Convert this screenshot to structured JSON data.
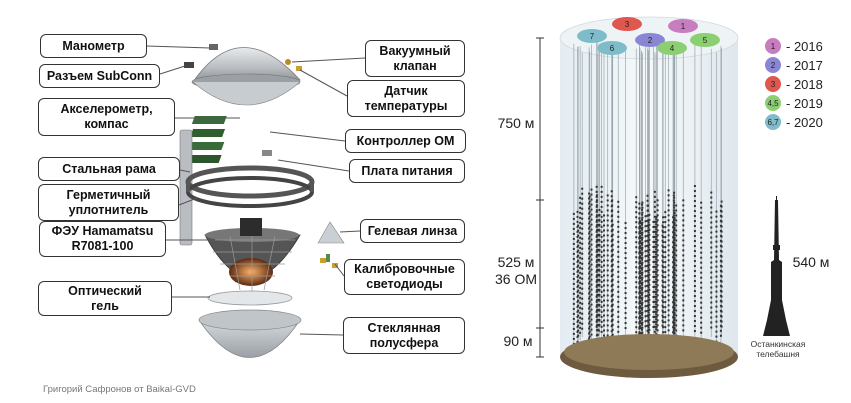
{
  "module_labels": {
    "manometer": "Манометр",
    "subconn": "Разъем SubConn",
    "accelerometer": "Акселерометр,\nкомпас",
    "frame": "Стальная рама",
    "sealant": "Герметичный\nуплотнитель",
    "pmt": "ФЭУ Hamamatsu\nR7081-100",
    "gel": "Оптический\nгель",
    "valve": "Вакуумный\nклапан",
    "temp": "Датчик\nтемпературы",
    "controller": "Контроллер ОМ",
    "power": "Плата питания",
    "lens": "Гелевая линза",
    "leds": "Калибровочные\nсветодиоды",
    "hemisphere": "Стеклянная\nполусфера"
  },
  "credit": "Григорий Сафронов от Baikal-GVD",
  "depths": {
    "top": "750 м",
    "middle_line1": "525 м",
    "middle_line2": "36 ОМ",
    "bottom": "90 м"
  },
  "tower": {
    "height": "540 м",
    "name": "Останкинская\nтелебашня"
  },
  "legend": [
    {
      "marker": "1",
      "label": "- 2016",
      "color": "#c77dc0"
    },
    {
      "marker": "2",
      "label": "- 2017",
      "color": "#8b86d4"
    },
    {
      "marker": "3",
      "label": "- 2018",
      "color": "#e0574f"
    },
    {
      "marker": "4,5",
      "label": "- 2019",
      "color": "#8ccf72"
    },
    {
      "marker": "6,7",
      "label": "- 2020",
      "color": "#7fbcc9"
    }
  ],
  "cluster_markers": [
    "1",
    "2",
    "3",
    "4",
    "5",
    "6",
    "7"
  ]
}
